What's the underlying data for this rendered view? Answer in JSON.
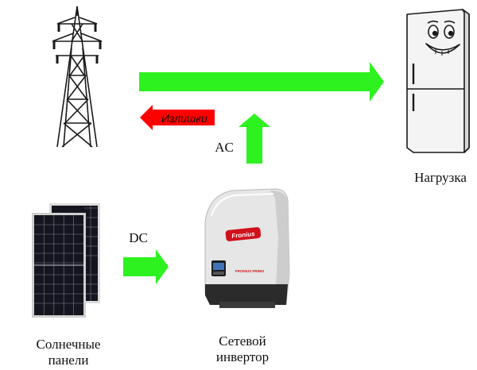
{
  "colors": {
    "flow_arrow": "#2df21f",
    "export_arrow": "#ff0000",
    "line_art": "#1a1a1a",
    "panel_cell": "#15151f",
    "inverter_body": "#e6e6e6",
    "inverter_base": "#2b2b2b",
    "brand_red": "#d0101a"
  },
  "icons": {
    "grid": "power-tower-icon",
    "load": "refrigerator-icon",
    "solar": "solar-panel-icon",
    "inverter": "inverter-icon"
  },
  "labels": {
    "surplus": "Излишки",
    "ac": "AC",
    "dc": "DC",
    "load": "Нагрузка",
    "solar_line1": "Солнечные",
    "solar_line2": "панели",
    "inverter_line1": "Сетевой",
    "inverter_line2": "инвертор",
    "brand": "Fronius",
    "model": "FRONIUS PRIMO"
  }
}
